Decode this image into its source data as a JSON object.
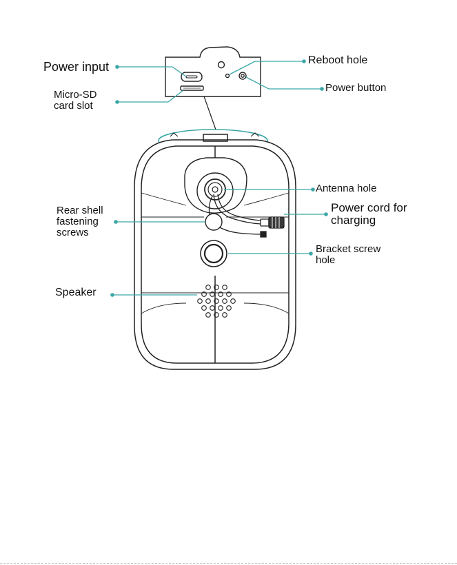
{
  "colors": {
    "callout": "#3aa6a6",
    "outline": "#222222",
    "text": "#111111"
  },
  "labels": {
    "power_input": "Power input",
    "micro_sd": [
      "Micro-SD",
      "card slot"
    ],
    "reboot_hole": "Reboot hole",
    "power_button": "Power button",
    "antenna_hole": "Antenna hole",
    "power_cord": [
      "Power cord for",
      "charging"
    ],
    "rear_shell": [
      "Rear shell",
      "fastening",
      "screws"
    ],
    "bracket_screw": [
      "Bracket screw",
      "hole"
    ],
    "speaker": "Speaker"
  }
}
